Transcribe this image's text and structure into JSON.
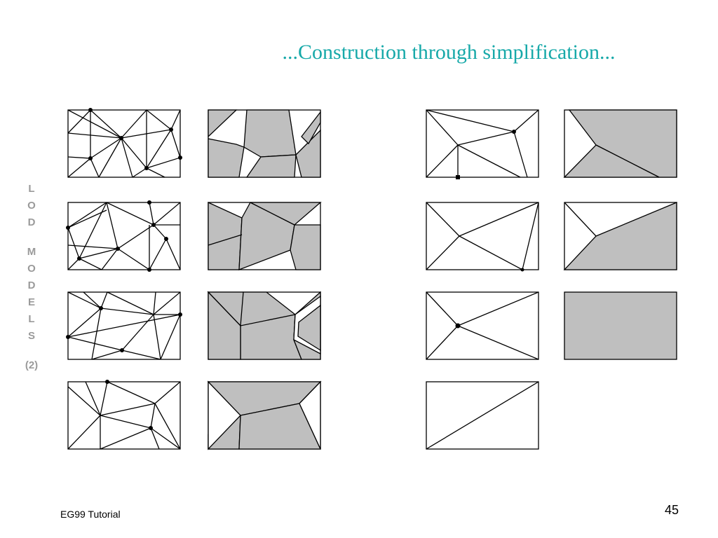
{
  "slide": {
    "title": "...Construction through simplification...",
    "side_label": [
      "L",
      "O",
      "D",
      "",
      "M",
      "O",
      "D",
      "E",
      "L",
      "S"
    ],
    "side_number": "(2)",
    "footer": "EG99 Tutorial",
    "page_number": "45"
  },
  "colors": {
    "title": "#17a9a9",
    "side_label": "#9a9a9a",
    "region_fill": "#bfbfbf"
  }
}
